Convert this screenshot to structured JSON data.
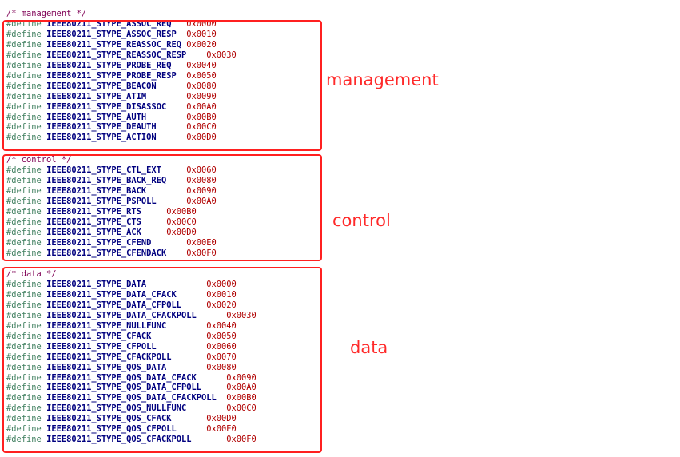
{
  "groups": [
    {
      "comment": "/* management */",
      "label": "management",
      "lines": [
        {
          "kw": "#define",
          "name": "IEEE80211_STYPE_ASSOC_REQ",
          "pad": "   ",
          "val": "0x0000"
        },
        {
          "kw": "#define",
          "name": "IEEE80211_STYPE_ASSOC_RESP",
          "pad": "  ",
          "val": "0x0010"
        },
        {
          "kw": "#define",
          "name": "IEEE80211_STYPE_REASSOC_REQ",
          "pad": " ",
          "val": "0x0020"
        },
        {
          "kw": "#define",
          "name": "IEEE80211_STYPE_REASSOC_RESP",
          "pad": "    ",
          "val": "0x0030"
        },
        {
          "kw": "#define",
          "name": "IEEE80211_STYPE_PROBE_REQ",
          "pad": "   ",
          "val": "0x0040"
        },
        {
          "kw": "#define",
          "name": "IEEE80211_STYPE_PROBE_RESP",
          "pad": "  ",
          "val": "0x0050"
        },
        {
          "kw": "#define",
          "name": "IEEE80211_STYPE_BEACON",
          "pad": "      ",
          "val": "0x0080"
        },
        {
          "kw": "#define",
          "name": "IEEE80211_STYPE_ATIM",
          "pad": "        ",
          "val": "0x0090"
        },
        {
          "kw": "#define",
          "name": "IEEE80211_STYPE_DISASSOC",
          "pad": "    ",
          "val": "0x00A0"
        },
        {
          "kw": "#define",
          "name": "IEEE80211_STYPE_AUTH",
          "pad": "        ",
          "val": "0x00B0"
        },
        {
          "kw": "#define",
          "name": "IEEE80211_STYPE_DEAUTH",
          "pad": "      ",
          "val": "0x00C0"
        },
        {
          "kw": "#define",
          "name": "IEEE80211_STYPE_ACTION",
          "pad": "      ",
          "val": "0x00D0"
        }
      ]
    },
    {
      "comment": "/* control */",
      "label": "control",
      "lines": [
        {
          "kw": "#define",
          "name": "IEEE80211_STYPE_CTL_EXT",
          "pad": "     ",
          "val": "0x0060"
        },
        {
          "kw": "#define",
          "name": "IEEE80211_STYPE_BACK_REQ",
          "pad": "    ",
          "val": "0x0080"
        },
        {
          "kw": "#define",
          "name": "IEEE80211_STYPE_BACK",
          "pad": "        ",
          "val": "0x0090"
        },
        {
          "kw": "#define",
          "name": "IEEE80211_STYPE_PSPOLL",
          "pad": "      ",
          "val": "0x00A0"
        },
        {
          "kw": "#define",
          "name": "IEEE80211_STYPE_RTS",
          "pad": "     ",
          "val": "0x00B0"
        },
        {
          "kw": "#define",
          "name": "IEEE80211_STYPE_CTS",
          "pad": "     ",
          "val": "0x00C0"
        },
        {
          "kw": "#define",
          "name": "IEEE80211_STYPE_ACK",
          "pad": "     ",
          "val": "0x00D0"
        },
        {
          "kw": "#define",
          "name": "IEEE80211_STYPE_CFEND",
          "pad": "       ",
          "val": "0x00E0"
        },
        {
          "kw": "#define",
          "name": "IEEE80211_STYPE_CFENDACK",
          "pad": "    ",
          "val": "0x00F0"
        }
      ]
    },
    {
      "comment": "/* data */",
      "label": "data",
      "lines": [
        {
          "kw": "#define",
          "name": "IEEE80211_STYPE_DATA",
          "pad": "            ",
          "val": "0x0000"
        },
        {
          "kw": "#define",
          "name": "IEEE80211_STYPE_DATA_CFACK",
          "pad": "      ",
          "val": "0x0010"
        },
        {
          "kw": "#define",
          "name": "IEEE80211_STYPE_DATA_CFPOLL",
          "pad": "     ",
          "val": "0x0020"
        },
        {
          "kw": "#define",
          "name": "IEEE80211_STYPE_DATA_CFACKPOLL",
          "pad": "      ",
          "val": "0x0030"
        },
        {
          "kw": "#define",
          "name": "IEEE80211_STYPE_NULLFUNC",
          "pad": "        ",
          "val": "0x0040"
        },
        {
          "kw": "#define",
          "name": "IEEE80211_STYPE_CFACK",
          "pad": "           ",
          "val": "0x0050"
        },
        {
          "kw": "#define",
          "name": "IEEE80211_STYPE_CFPOLL",
          "pad": "          ",
          "val": "0x0060"
        },
        {
          "kw": "#define",
          "name": "IEEE80211_STYPE_CFACKPOLL",
          "pad": "       ",
          "val": "0x0070"
        },
        {
          "kw": "#define",
          "name": "IEEE80211_STYPE_QOS_DATA",
          "pad": "        ",
          "val": "0x0080"
        },
        {
          "kw": "#define",
          "name": "IEEE80211_STYPE_QOS_DATA_CFACK",
          "pad": "      ",
          "val": "0x0090"
        },
        {
          "kw": "#define",
          "name": "IEEE80211_STYPE_QOS_DATA_CFPOLL",
          "pad": "     ",
          "val": "0x00A0"
        },
        {
          "kw": "#define",
          "name": "IEEE80211_STYPE_QOS_DATA_CFACKPOLL",
          "pad": "  ",
          "val": "0x00B0"
        },
        {
          "kw": "#define",
          "name": "IEEE80211_STYPE_QOS_NULLFUNC",
          "pad": "        ",
          "val": "0x00C0"
        },
        {
          "kw": "#define",
          "name": "IEEE80211_STYPE_QOS_CFACK",
          "pad": "       ",
          "val": "0x00D0"
        },
        {
          "kw": "#define",
          "name": "IEEE80211_STYPE_QOS_CFPOLL",
          "pad": "      ",
          "val": "0x00E0"
        },
        {
          "kw": "#define",
          "name": "IEEE80211_STYPE_QOS_CFACKPOLL",
          "pad": "       ",
          "val": "0x00F0"
        }
      ]
    }
  ]
}
